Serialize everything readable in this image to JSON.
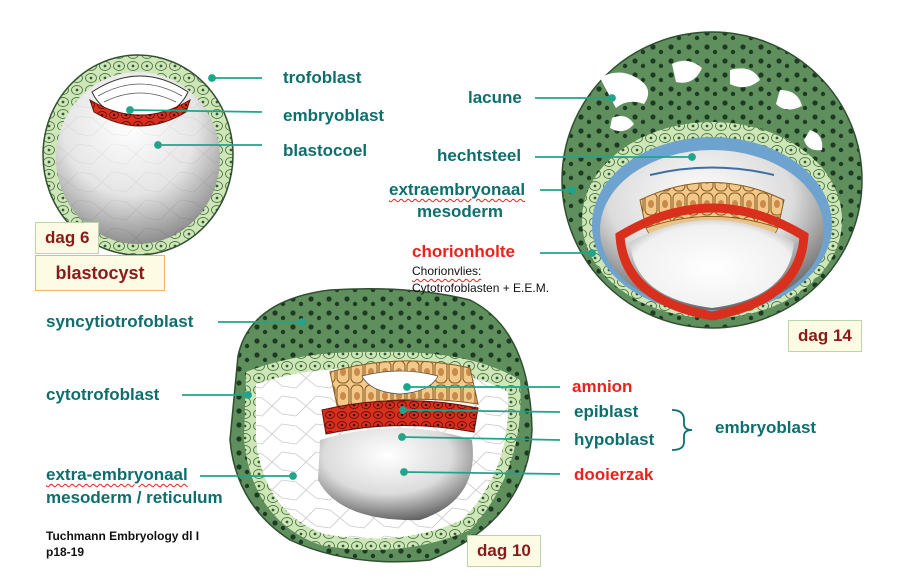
{
  "labels": {
    "trofoblast": "trofoblast",
    "embryoblast_top": "embryoblast",
    "blastocoel": "blastocoel",
    "dag6": "dag 6",
    "blastocyst": "blastocyst",
    "lacune": "lacune",
    "hechtsteel": "hechtsteel",
    "extraembryonaal": "extraembryonaal",
    "mesoderm": "mesoderm",
    "chorionholte": "chorionholte",
    "chorionvlies_line1": "Chorionvlies:",
    "chorionvlies_line2": "Cytotrofoblasten + E.E.M.",
    "dag14": "dag 14",
    "syncytiotrofoblast": "syncytiotrofoblast",
    "cytotrofoblast": "cytotrofoblast",
    "extra_embryonaal": "extra-embryonaal",
    "mesoderm_reticulum": "mesoderm / reticulum",
    "amnion": "amnion",
    "epiblast": "epiblast",
    "hypoblast": "hypoblast",
    "embryoblast_right": "embryoblast",
    "dooierzak": "dooierzak",
    "dag10": "dag 10",
    "citation_line1": "Tuchmann Embryology dl I",
    "citation_line2": "p18-19"
  },
  "colors": {
    "label_teal": "#0e6e6e",
    "label_red": "#e8231d",
    "leader_line": "#1ea58c",
    "syncytio_green": "#5f8f5d",
    "cyto_green": "#cfe6b8",
    "chorion_blue": "#6fa3cf",
    "epiblast_tan": "#f3c98a",
    "hypoblast_red": "#d9301e",
    "dag_text": "#8b1a1a"
  }
}
